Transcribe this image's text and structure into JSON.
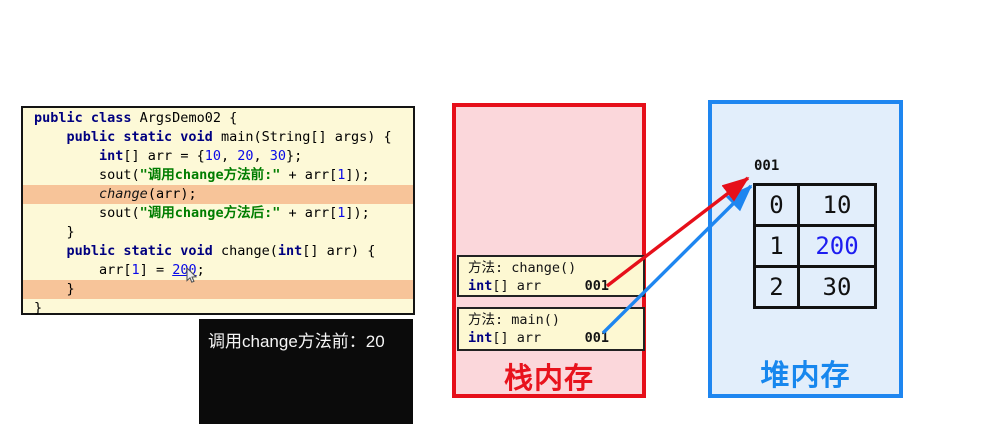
{
  "code_editor": {
    "lines": [
      {
        "t": [
          "public class ",
          "ArgsDemo02 {"
        ]
      },
      {
        "t": [
          "    ",
          "public static void ",
          "main(String[] args) {"
        ]
      },
      {
        "t": [
          "        ",
          "int",
          "[] arr = {",
          "10",
          ", ",
          "20",
          ", ",
          "30",
          "};"
        ]
      },
      {
        "t": [
          "        sout(",
          "\"调用change方法前:\"",
          " + arr[",
          "1",
          "]);"
        ]
      },
      {
        "t": [
          "        ",
          "change",
          "(arr);"
        ]
      },
      {
        "t": [
          "        sout(",
          "\"调用change方法后:\"",
          " + arr[",
          "1",
          "]);"
        ]
      },
      {
        "t": [
          "    }"
        ]
      },
      {
        "t": [
          "    ",
          "public static void ",
          "change(",
          "int",
          "[] arr) {"
        ]
      },
      {
        "t": [
          "        arr[",
          "1",
          "] = ",
          "200",
          ";"
        ]
      },
      {
        "t": [
          "    }"
        ]
      },
      {
        "t": [
          "}"
        ]
      }
    ]
  },
  "console": {
    "output": "调用change方法前：20"
  },
  "stack": {
    "title": "栈内存",
    "frames": [
      {
        "method": "方法: change()",
        "type_kw": "int",
        "var": "[] arr",
        "addr": "001"
      },
      {
        "method": "方法: main()",
        "type_kw": "int",
        "var": "[] arr",
        "addr": "001"
      }
    ]
  },
  "heap": {
    "title": "堆内存",
    "address": "001",
    "array": {
      "rows": [
        {
          "index": "0",
          "value": "10"
        },
        {
          "index": "1",
          "value": "200"
        },
        {
          "index": "2",
          "value": "30"
        }
      ]
    }
  },
  "colors": {
    "stack_border": "#e60f1a",
    "heap_border": "#1e86f0",
    "stack_label": "#e8131d",
    "heap_label": "#1787ee",
    "highlight_line": "#f7c499",
    "changed_value": "#1d1df0",
    "red_arrow": "#e60f1a",
    "blue_arrow": "#1e86f0"
  }
}
